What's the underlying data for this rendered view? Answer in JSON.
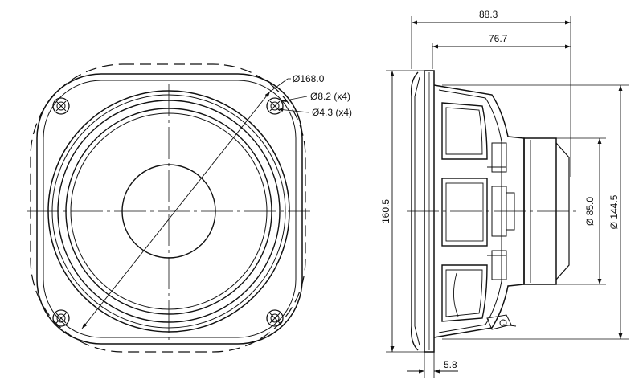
{
  "front_view": {
    "dimensions": {
      "outer_diameter": "Ø168.0",
      "mount_hole": "Ø8.2 (x4)",
      "inner_hole": "Ø4.3 (x4)"
    }
  },
  "side_view": {
    "dimensions": {
      "total_depth": "88.3",
      "basket_depth": "76.7",
      "total_height": "160.5",
      "magnet_diameter": "Ø 85.0",
      "basket_diameter": "Ø 144.5",
      "flange_thickness": "5.8"
    }
  }
}
